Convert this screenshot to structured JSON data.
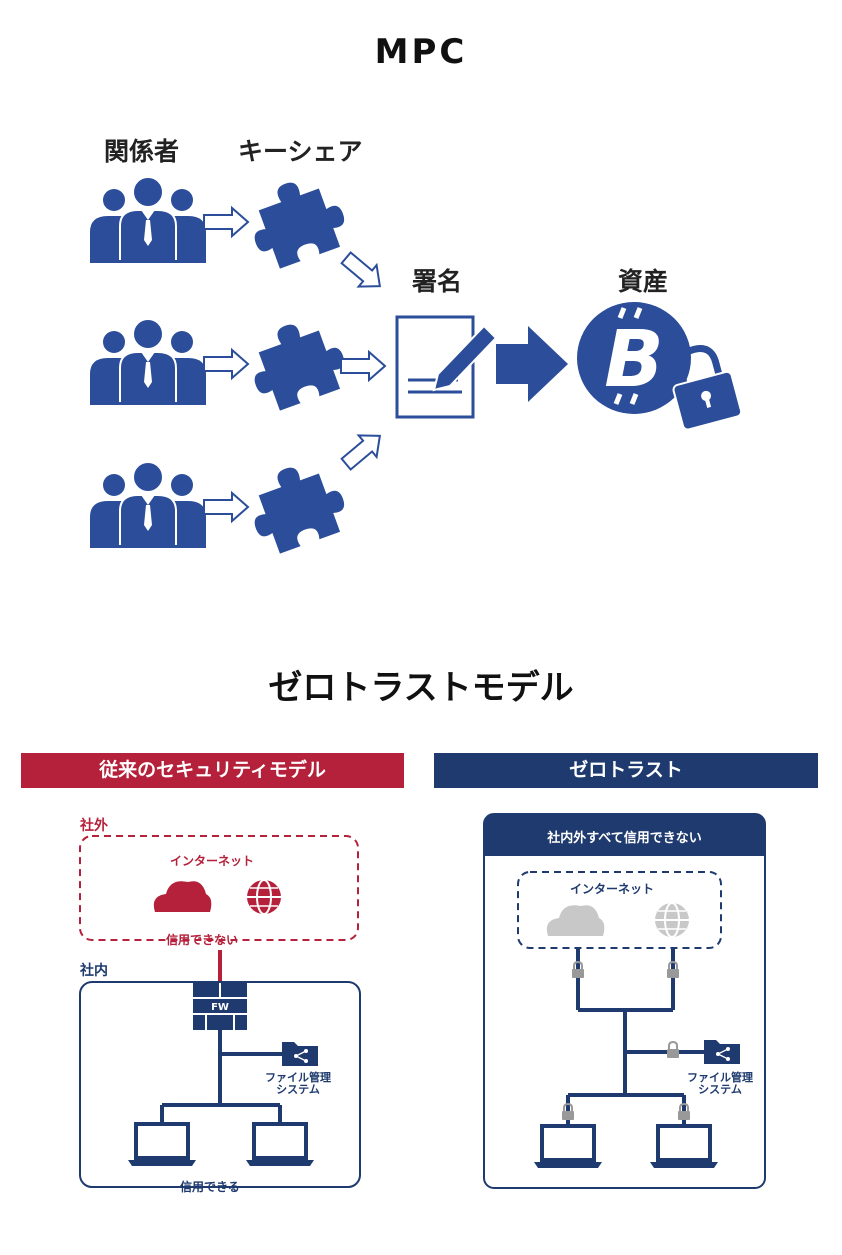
{
  "mpc": {
    "title": "MPC",
    "label_stakeholders": "関係者",
    "label_keyshare": "キーシェア",
    "label_signature": "署名",
    "label_asset": "資産"
  },
  "zero_trust": {
    "title": "ゼロトラストモデル",
    "left": {
      "banner": "従来のセキュリティモデル",
      "outside_label": "社外",
      "internet_label": "インターネット",
      "untrusted_label": "信用できない",
      "inside_label": "社内",
      "fw_label": "FW",
      "file_system_label_1": "ファイル管理",
      "file_system_label_2": "システム",
      "trusted_label": "信用できる"
    },
    "right": {
      "banner": "ゼロトラスト",
      "header": "社内外すべて信用できない",
      "internet_label": "インターネット",
      "file_system_label_1": "ファイル管理",
      "file_system_label_2": "システム"
    }
  },
  "colors": {
    "navy": "#1e3a6e",
    "blue": "#2b4d9a",
    "red": "#b5203a",
    "gray": "#c8c8c8"
  },
  "icons": [
    "people-group-icon",
    "puzzle-piece-icon",
    "document-pen-icon",
    "bitcoin-coin-icon",
    "padlock-icon",
    "cloud-icon",
    "globe-icon",
    "firewall-icon",
    "folder-share-icon",
    "laptop-icon"
  ]
}
